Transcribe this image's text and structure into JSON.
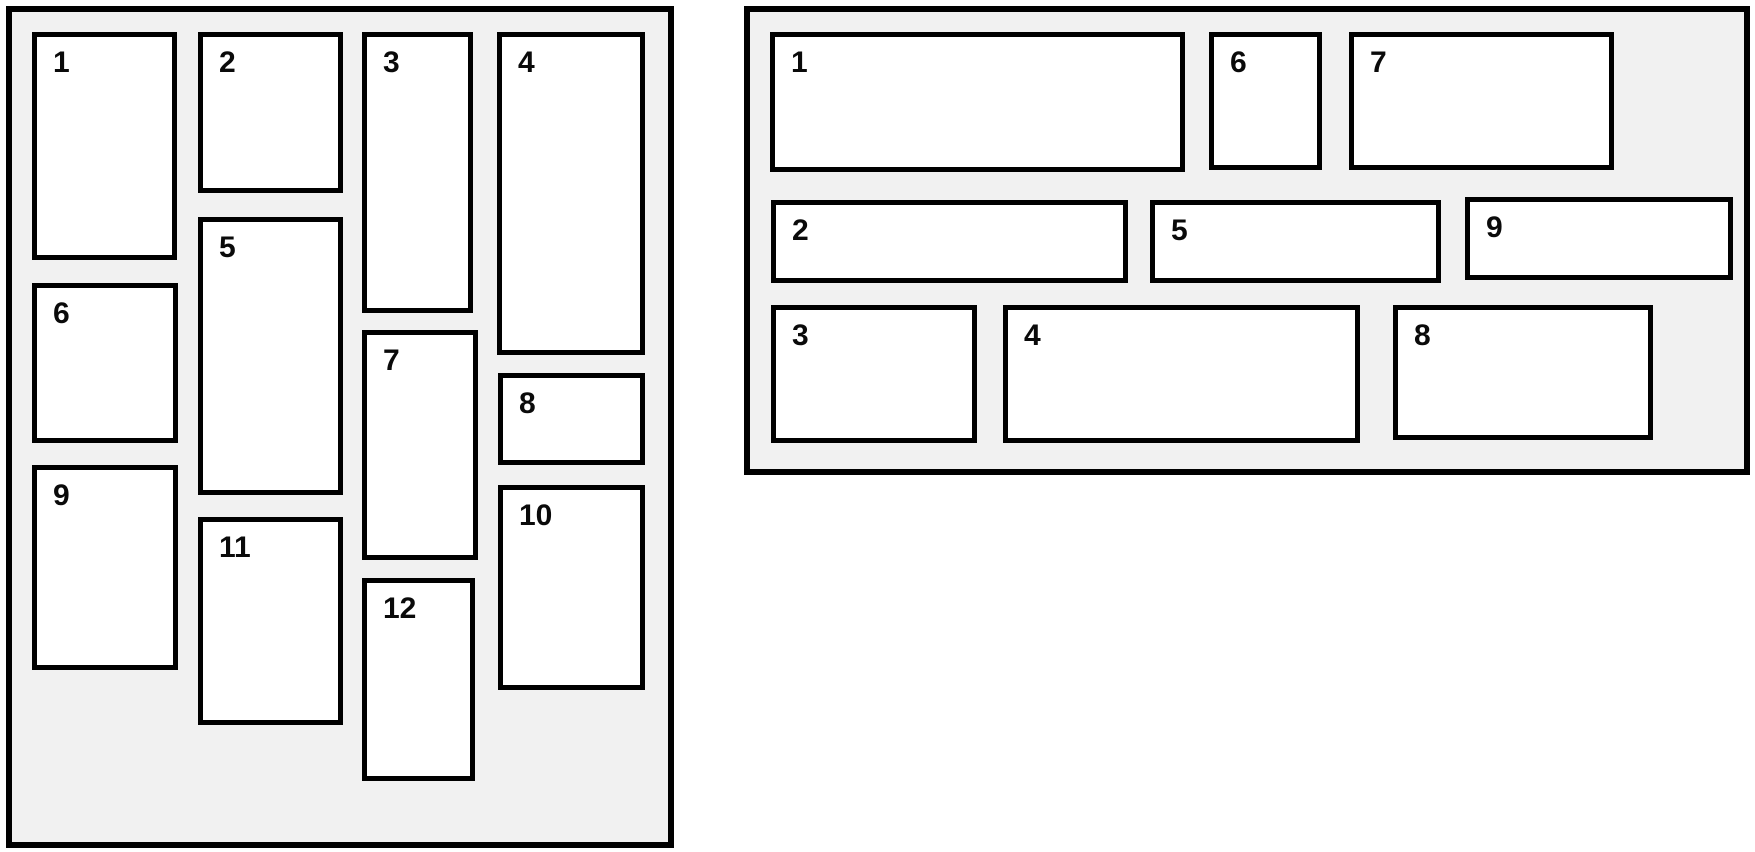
{
  "figure": {
    "masonry_panel": {
      "description": "masonry-column-layout",
      "items": [
        "1",
        "2",
        "3",
        "4",
        "5",
        "6",
        "7",
        "8",
        "9",
        "10",
        "11",
        "12"
      ]
    },
    "rows_panel": {
      "description": "row-flow-layout",
      "items": [
        "1",
        "2",
        "3",
        "4",
        "5",
        "6",
        "7",
        "8",
        "9"
      ]
    }
  },
  "colors": {
    "page_background": "#ffffff",
    "panel_background": "#f1f1f1",
    "box_background": "#ffffff",
    "border": "#000000",
    "label_text": "#0a0a0a"
  }
}
